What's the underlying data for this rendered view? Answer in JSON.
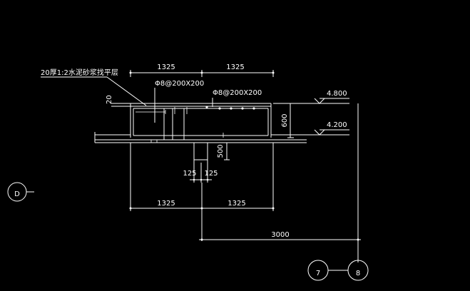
{
  "annotations": {
    "top_left_span": "1325",
    "top_right_span": "1325",
    "bottom_left_span": "1325",
    "bottom_right_span": "1325",
    "overall_span": "3000",
    "layer_note": "20厚1:2水泥砂浆找平层",
    "rebar_left": "Φ8@200X200",
    "rebar_right": "Φ8@200X200",
    "cover": "20",
    "height_600": "600",
    "depth_500": "500",
    "beam_left": "125",
    "beam_right": "125"
  },
  "elevations": {
    "upper": "4.800",
    "lower": "4.200"
  },
  "axis_labels": {
    "left": "D",
    "bottom_left": "7",
    "bottom_right": "8"
  },
  "colors": {
    "background": "#000000",
    "line": "#ffffff"
  }
}
